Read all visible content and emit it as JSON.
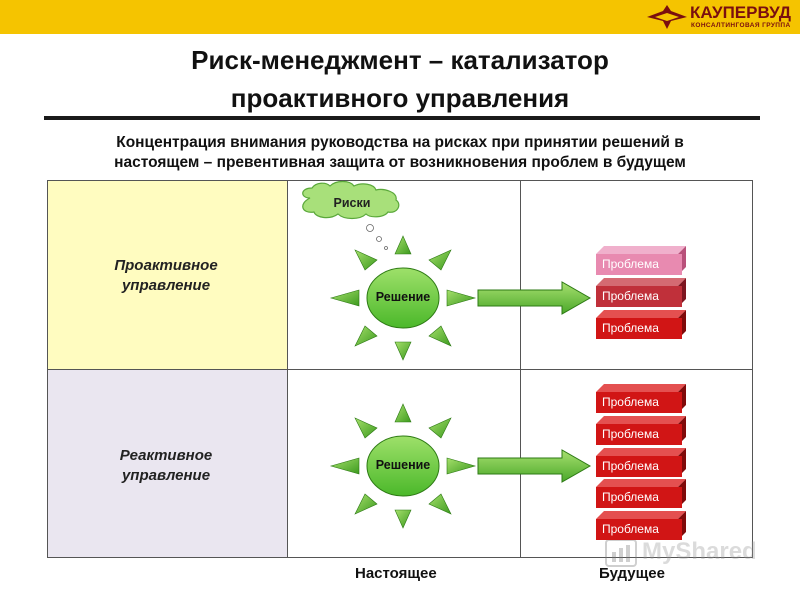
{
  "header": {
    "logo_name": "КАУПЕРВУД",
    "logo_sub": "КОНСАЛТИНГОВАЯ ГРУППА",
    "bar_color": "#f5c400"
  },
  "title": {
    "line1": "Риск-менеджмент – катализатор",
    "line2": "проактивного управления"
  },
  "subtitle": {
    "line1": "Концентрация внимания руководства на рисках при принятии решений в",
    "line2": "настоящем – превентивная защита от возникновения проблем в будущем"
  },
  "rows": [
    {
      "label_line1": "Проактивное",
      "label_line2": "управление",
      "bg": "#fffcc0"
    },
    {
      "label_line1": "Реактивное",
      "label_line2": "управление",
      "bg": "#eae6f0"
    }
  ],
  "cloud": {
    "label": "Риски"
  },
  "decision": {
    "label": "Решение"
  },
  "problems": {
    "label": "Проблема",
    "proactive_colors": [
      "#e88ab0",
      "#c0303a",
      "#d11515"
    ],
    "reactive_colors": [
      "#d11515",
      "#d11515",
      "#d11515",
      "#d11515",
      "#d11515"
    ]
  },
  "axis": {
    "present": "Настоящее",
    "future": "Будущее"
  },
  "watermark": {
    "text": "MyShared"
  }
}
